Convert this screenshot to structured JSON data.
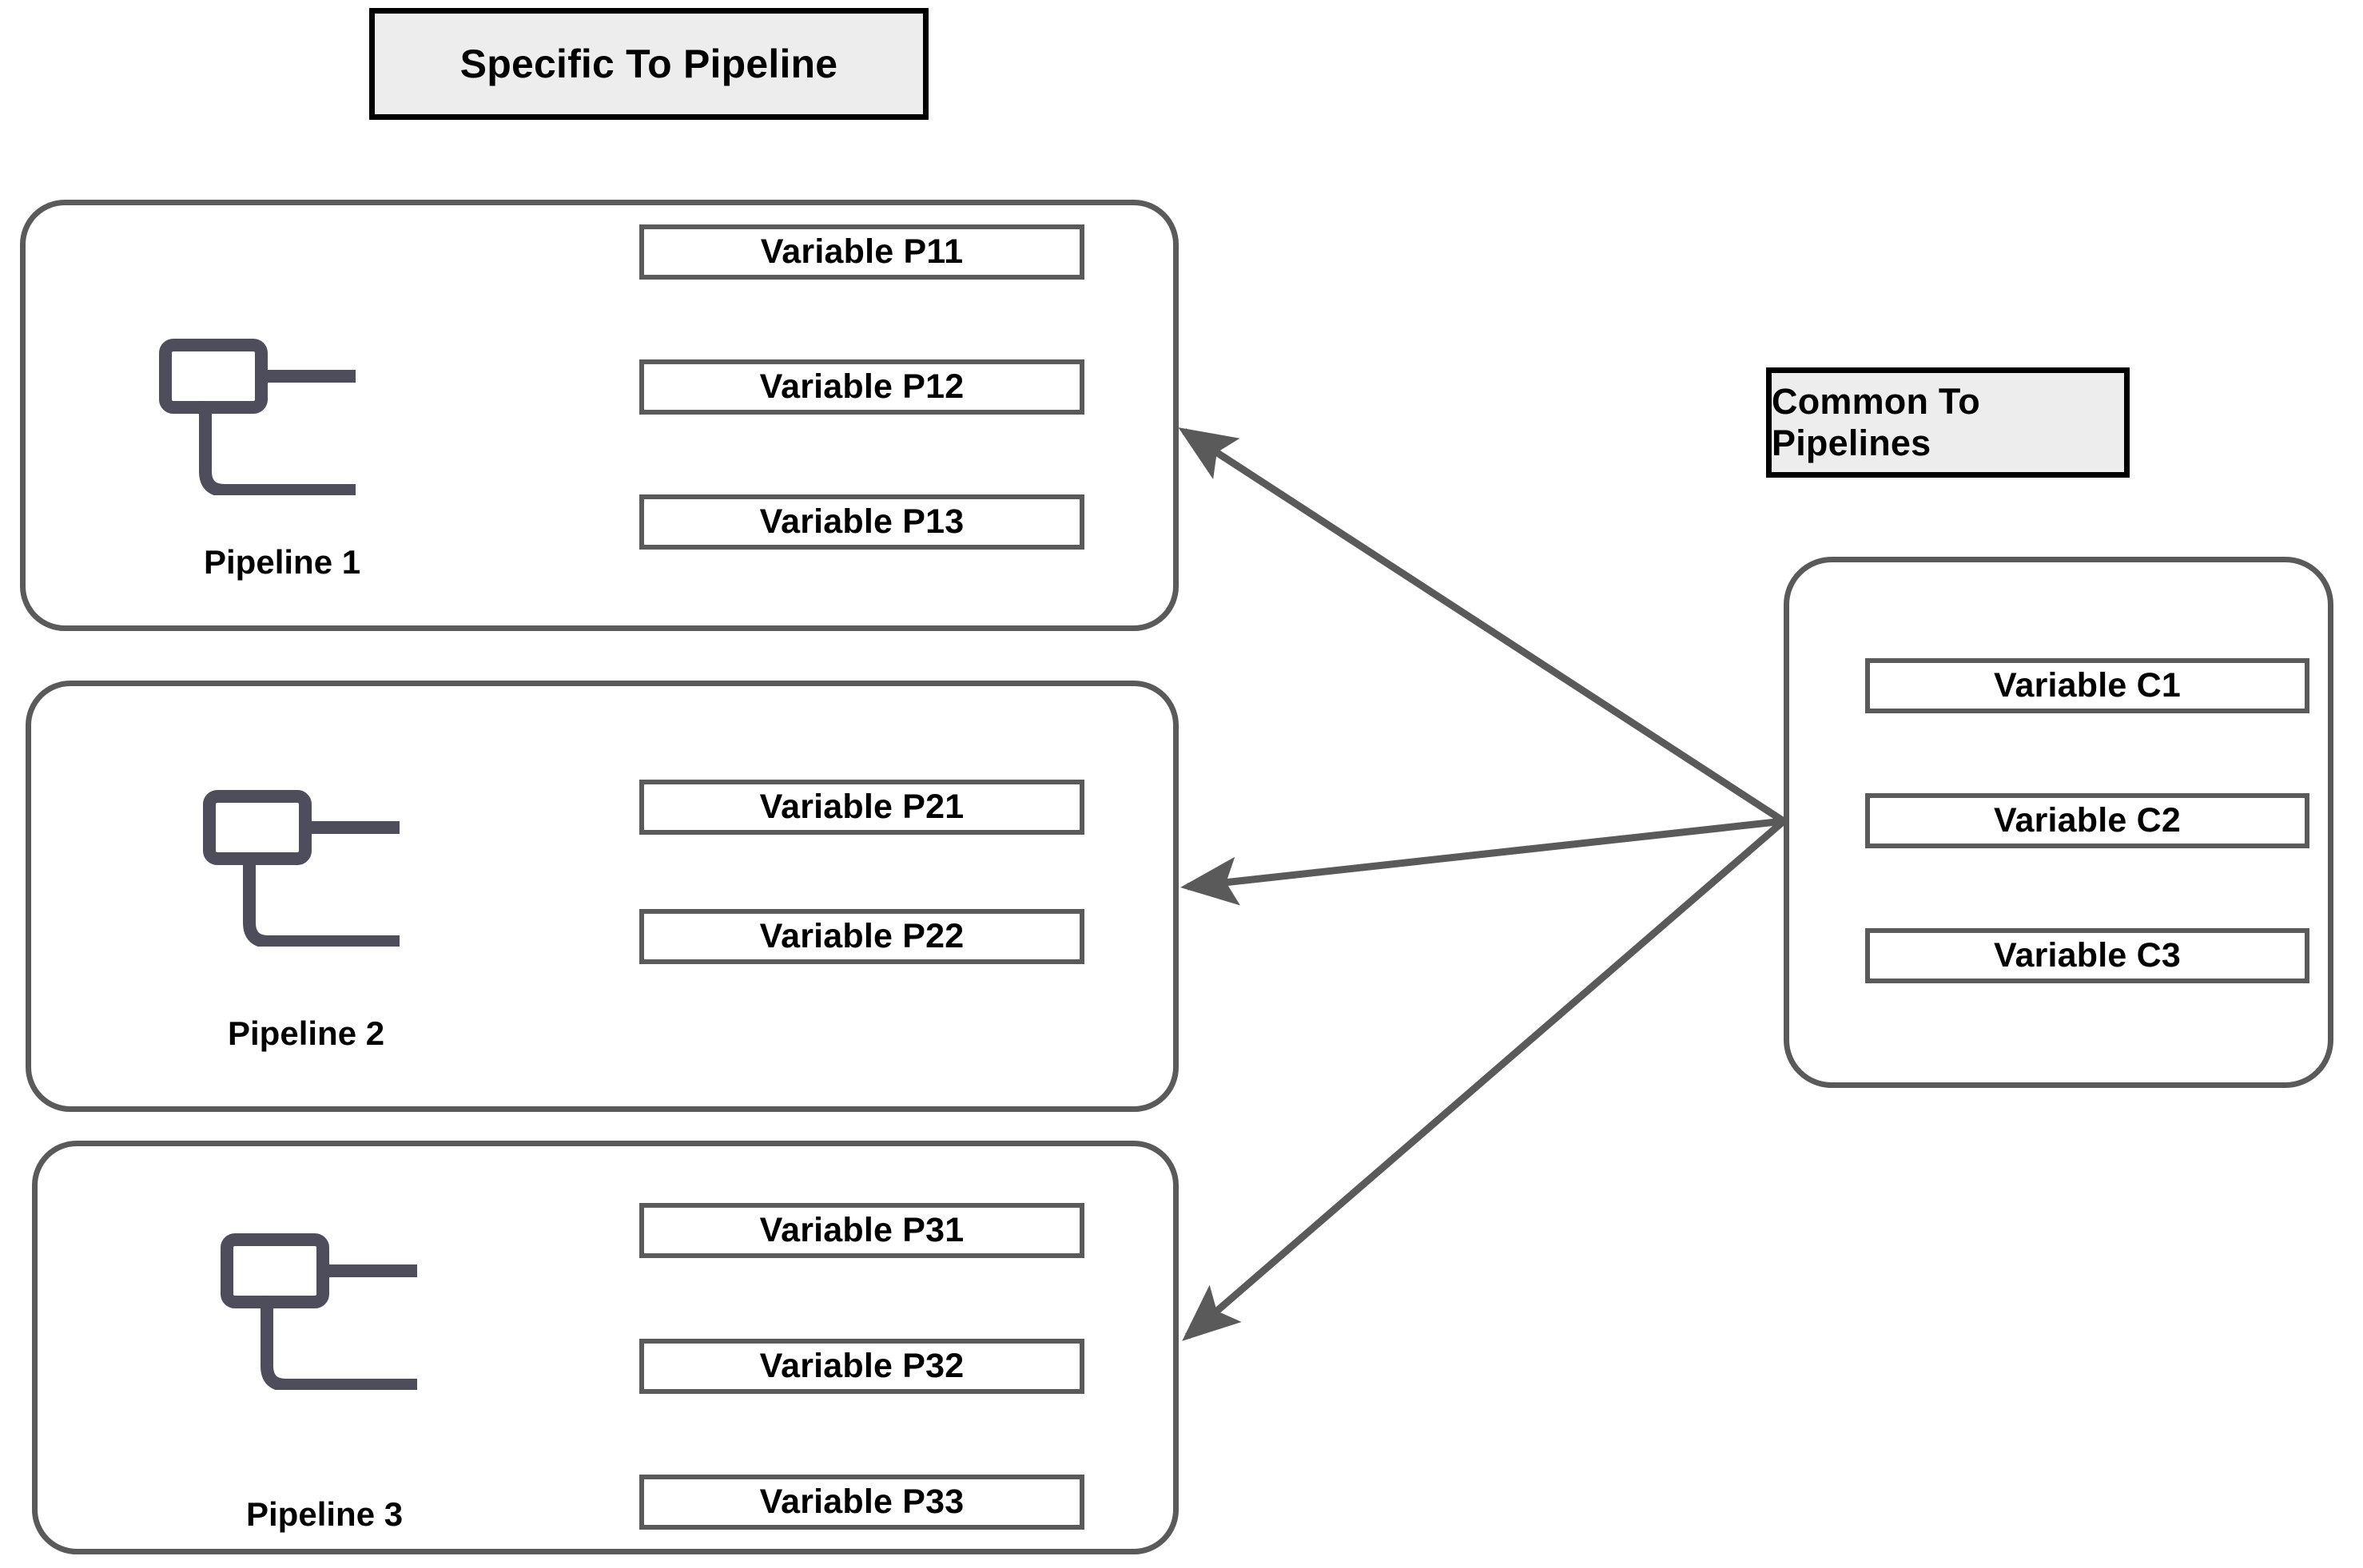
{
  "legend": {
    "specific_label": "Specific To Pipeline",
    "common_label": "Common To Pipelines"
  },
  "colors": {
    "panel_border": "#5a5a5a",
    "box_border": "#5a5a5a",
    "legend_fill": "#ededed",
    "legend_border": "#000000",
    "icon": "#4d4d5c",
    "arrow": "#5a5a5a",
    "text": "#000000",
    "background": "#ffffff"
  },
  "pipelines": [
    {
      "label": "Pipeline 1",
      "icon": "pipeline-flow-icon",
      "variables": [
        "Variable P11",
        "Variable P12",
        "Variable P13"
      ]
    },
    {
      "label": "Pipeline 2",
      "icon": "pipeline-flow-icon",
      "variables": [
        "Variable P21",
        "Variable P22"
      ]
    },
    {
      "label": "Pipeline 3",
      "icon": "pipeline-flow-icon",
      "variables": [
        "Variable P31",
        "Variable P32",
        "Variable P33"
      ]
    }
  ],
  "common": {
    "variables": [
      "Variable C1",
      "Variable C2",
      "Variable C3"
    ]
  },
  "arrows": [
    {
      "name": "arrow-common-to-pipeline-1",
      "from": "common-panel",
      "to": "pipeline-1-panel"
    },
    {
      "name": "arrow-common-to-pipeline-2",
      "from": "common-panel",
      "to": "pipeline-2-panel"
    },
    {
      "name": "arrow-common-to-pipeline-3",
      "from": "common-panel",
      "to": "pipeline-3-panel"
    }
  ]
}
